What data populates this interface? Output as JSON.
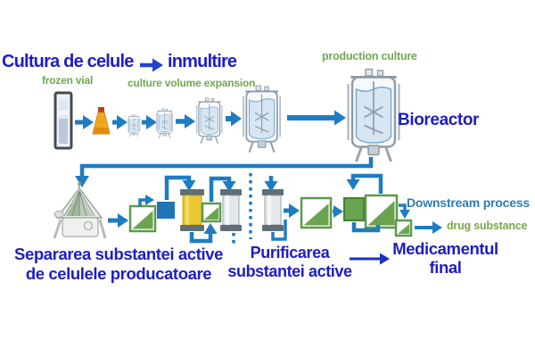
{
  "title": {
    "part1": "Cultura de celule",
    "arrow": "→",
    "part2": "inmultire"
  },
  "stage_labels": {
    "frozen_vial": "frozen vial",
    "culture_volume_expansion": "culture volume expansion",
    "production_culture": "production culture",
    "bioreactor": "Bioreactor"
  },
  "process_labels": {
    "separation_line1": "Separarea substantei active",
    "separation_line2": "de celulele producatoare",
    "purification_line1": "Purificarea",
    "purification_line2": "substantei active",
    "final_line1": "Medicamentul",
    "final_line2": "final",
    "downstream": "Downstream process",
    "drug_substance": "drug substance"
  },
  "icons": {
    "frozen_vial_icon": "cryo-vial-tube",
    "shake_flask_icon": "orange-erlenmeyer-flask",
    "expansion_vessel_icon": "stirred-tank-vessel",
    "production_bioreactor_icon": "large-stirred-bioreactor",
    "flow_arrow_icon": "→",
    "centrifuge_icon": "disc-stack-centrifuge",
    "chromatography_column_icon": "yellow-capped-column",
    "polish_column_icon": "gray-capped-column",
    "filter_square_icon": "square-with-green-triangle",
    "capture_square_icon": "solid-blue-square",
    "polish_square_icon": "solid-green-square",
    "recycle_loop_icon": "loop-arrow",
    "dotted_boundary_icon": "vertical-dotted-line"
  },
  "colors": {
    "title_blue": "#1d1dc9",
    "label_green": "#71a74e",
    "flow_blue": "#1e7cc2",
    "downstream_blue": "#2e7cb8",
    "drug_green": "#7fa44e",
    "navy_arrow": "#1b2fc0",
    "column_yellow": "#e9c833",
    "square_green": "#6ba450"
  }
}
